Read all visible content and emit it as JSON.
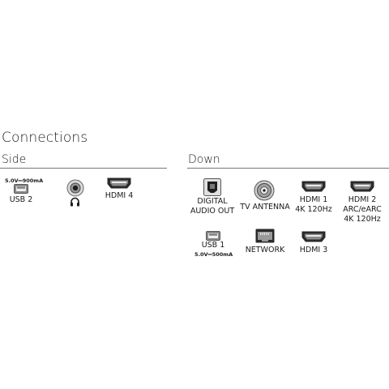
{
  "title": "Connections",
  "side": {
    "heading": "Side",
    "usb2": {
      "power": "5.0V⎓900mA",
      "label": "USB 2"
    },
    "hdmi4": {
      "label": "HDMI 4"
    },
    "icons": [
      "usb-port-icon",
      "headphone-jack-icon",
      "headphone-icon",
      "hdmi-port-icon"
    ]
  },
  "down": {
    "heading": "Down",
    "digital_audio": {
      "line1": "DIGITAL",
      "line2": "AUDIO OUT"
    },
    "antenna": {
      "label": "TV ANTENNA"
    },
    "hdmi1": {
      "line1": "HDMI 1",
      "line2": "4K 120Hz"
    },
    "hdmi2": {
      "line1": "HDMI 2",
      "line2": "ARC/eARC",
      "line3": "4K 120Hz"
    },
    "usb1": {
      "label": "USB 1",
      "power": "5.0V⎓500mA"
    },
    "network": {
      "label": "NETWORK"
    },
    "hdmi3": {
      "label": "HDMI 3"
    },
    "icons": [
      "optical-port-icon",
      "coax-port-icon",
      "hdmi-port-icon",
      "usb-port-icon",
      "ethernet-port-icon"
    ]
  },
  "colors": {
    "text": "#1a1a1a",
    "rule": "#777777",
    "port_dark": "#2a2a2a",
    "port_mid": "#8a8a8a"
  }
}
